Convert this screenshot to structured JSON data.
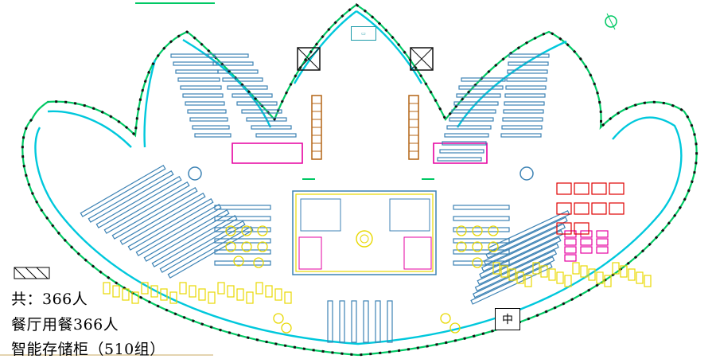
{
  "legend": {
    "total": "共：366人",
    "dining": "餐厅用餐366人",
    "lockers": "智能存储柜（510组）"
  },
  "marker": "中",
  "colors": {
    "outer_wall": "#00c864",
    "inner_wall": "#00c8dc",
    "window_dash": "#111111",
    "shelf": "#3c82b4",
    "table": "#e8d800",
    "magenta": "#e600a0",
    "stair": "#b46414",
    "red": "#e00000"
  }
}
